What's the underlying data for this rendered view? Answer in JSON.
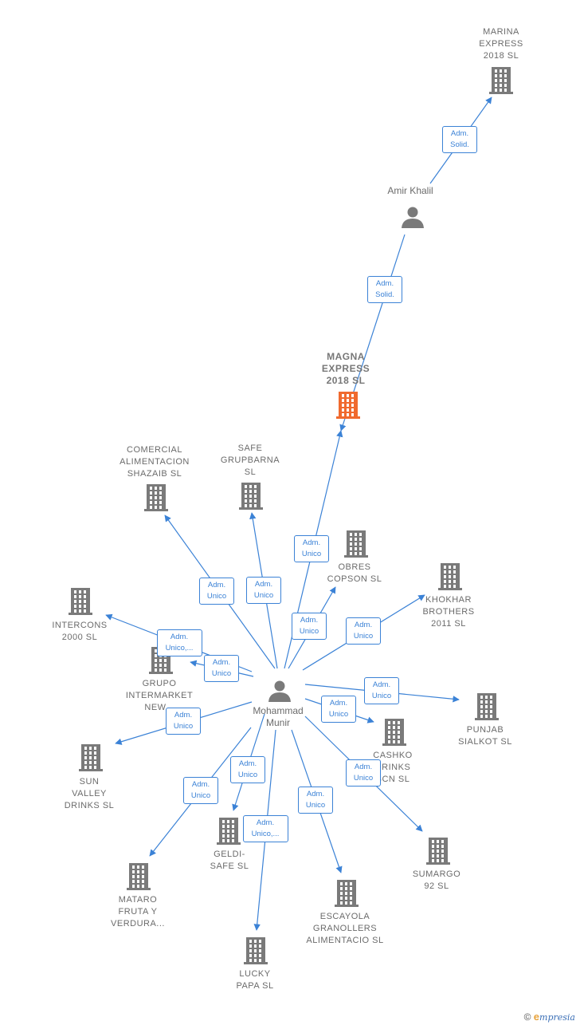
{
  "colors": {
    "edge": "#3b82d6",
    "building": "#7a7a7a",
    "focus_building": "#f06a2e",
    "person": "#7a7a7a",
    "label": "#6b6b6b"
  },
  "nodes": [
    {
      "id": "marina",
      "kind": "building",
      "label": "MARINA\nEXPRESS\n2018  SL",
      "focus": false
    },
    {
      "id": "amir",
      "kind": "person",
      "label": "Amir Khalil"
    },
    {
      "id": "magna",
      "kind": "building",
      "label": "MAGNA\nEXPRESS\n2018  SL",
      "focus": true
    },
    {
      "id": "comercial",
      "kind": "building",
      "label": "COMERCIAL\nALIMENTACION\nSHAZAIB  SL",
      "focus": false
    },
    {
      "id": "safe",
      "kind": "building",
      "label": "SAFE\nGRUPBARNA\nSL",
      "focus": false
    },
    {
      "id": "obres",
      "kind": "building",
      "label": "OBRES\nCOPSON  SL",
      "focus": false
    },
    {
      "id": "khokhar",
      "kind": "building",
      "label": "KHOKHAR\nBROTHERS\n2011  SL",
      "focus": false
    },
    {
      "id": "intercons",
      "kind": "building",
      "label": "INTERCONS\n2000  SL",
      "focus": false
    },
    {
      "id": "grupo",
      "kind": "building",
      "label": "GRUPO\nINTERMARKET\nNEW...",
      "focus": false
    },
    {
      "id": "mohammad",
      "kind": "person",
      "label": "Mohammad\nMunir"
    },
    {
      "id": "punjab",
      "kind": "building",
      "label": "PUNJAB\nSIALKOT  SL",
      "focus": false
    },
    {
      "id": "cashko",
      "kind": "building",
      "label": "CASHKO\nDRINKS\nBCN  SL",
      "focus": false
    },
    {
      "id": "sun",
      "kind": "building",
      "label": "SUN\nVALLEY\nDRINKS  SL",
      "focus": false
    },
    {
      "id": "geldi",
      "kind": "building",
      "label": "GELDI-\nSAFE  SL",
      "focus": false
    },
    {
      "id": "sumargo",
      "kind": "building",
      "label": "SUMARGO\n92  SL",
      "focus": false
    },
    {
      "id": "mataro",
      "kind": "building",
      "label": "MATARO\nFRUTA Y\nVERDURA...",
      "focus": false
    },
    {
      "id": "escayola",
      "kind": "building",
      "label": "ESCAYOLA\nGRANOLLERS\nALIMENTACIO SL",
      "focus": false
    },
    {
      "id": "lucky",
      "kind": "building",
      "label": "LUCKY\nPAPA  SL",
      "focus": false
    }
  ],
  "edges": [
    {
      "from": "amir",
      "to": "marina",
      "label": "Adm.\nSolid."
    },
    {
      "from": "amir",
      "to": "magna",
      "label": "Adm.\nSolid."
    },
    {
      "from": "mohammad",
      "to": "magna",
      "label": "Adm.\nUnico"
    },
    {
      "from": "mohammad",
      "to": "comercial",
      "label": "Adm.\nUnico"
    },
    {
      "from": "mohammad",
      "to": "safe",
      "label": "Adm.\nUnico"
    },
    {
      "from": "mohammad",
      "to": "obres",
      "label": "Adm.\nUnico"
    },
    {
      "from": "mohammad",
      "to": "khokhar",
      "label": "Adm.\nUnico"
    },
    {
      "from": "mohammad",
      "to": "intercons",
      "label": "Adm.\nUnico,..."
    },
    {
      "from": "mohammad",
      "to": "grupo",
      "label": "Adm.\nUnico"
    },
    {
      "from": "mohammad",
      "to": "punjab",
      "label": "Adm.\nUnico"
    },
    {
      "from": "mohammad",
      "to": "cashko",
      "label": "Adm.\nUnico"
    },
    {
      "from": "mohammad",
      "to": "sun",
      "label": "Adm.\nUnico"
    },
    {
      "from": "mohammad",
      "to": "geldi",
      "label": "Adm.\nUnico"
    },
    {
      "from": "mohammad",
      "to": "sumargo",
      "label": "Adm.\nUnico"
    },
    {
      "from": "mohammad",
      "to": "mataro",
      "label": "Adm.\nUnico"
    },
    {
      "from": "mohammad",
      "to": "escayola",
      "label": "Adm.\nUnico"
    },
    {
      "from": "mohammad",
      "to": "lucky",
      "label": "Adm.\nUnico,..."
    }
  ],
  "footer": {
    "copyright": "©",
    "brand_initial": "e",
    "brand": "mpresia"
  }
}
